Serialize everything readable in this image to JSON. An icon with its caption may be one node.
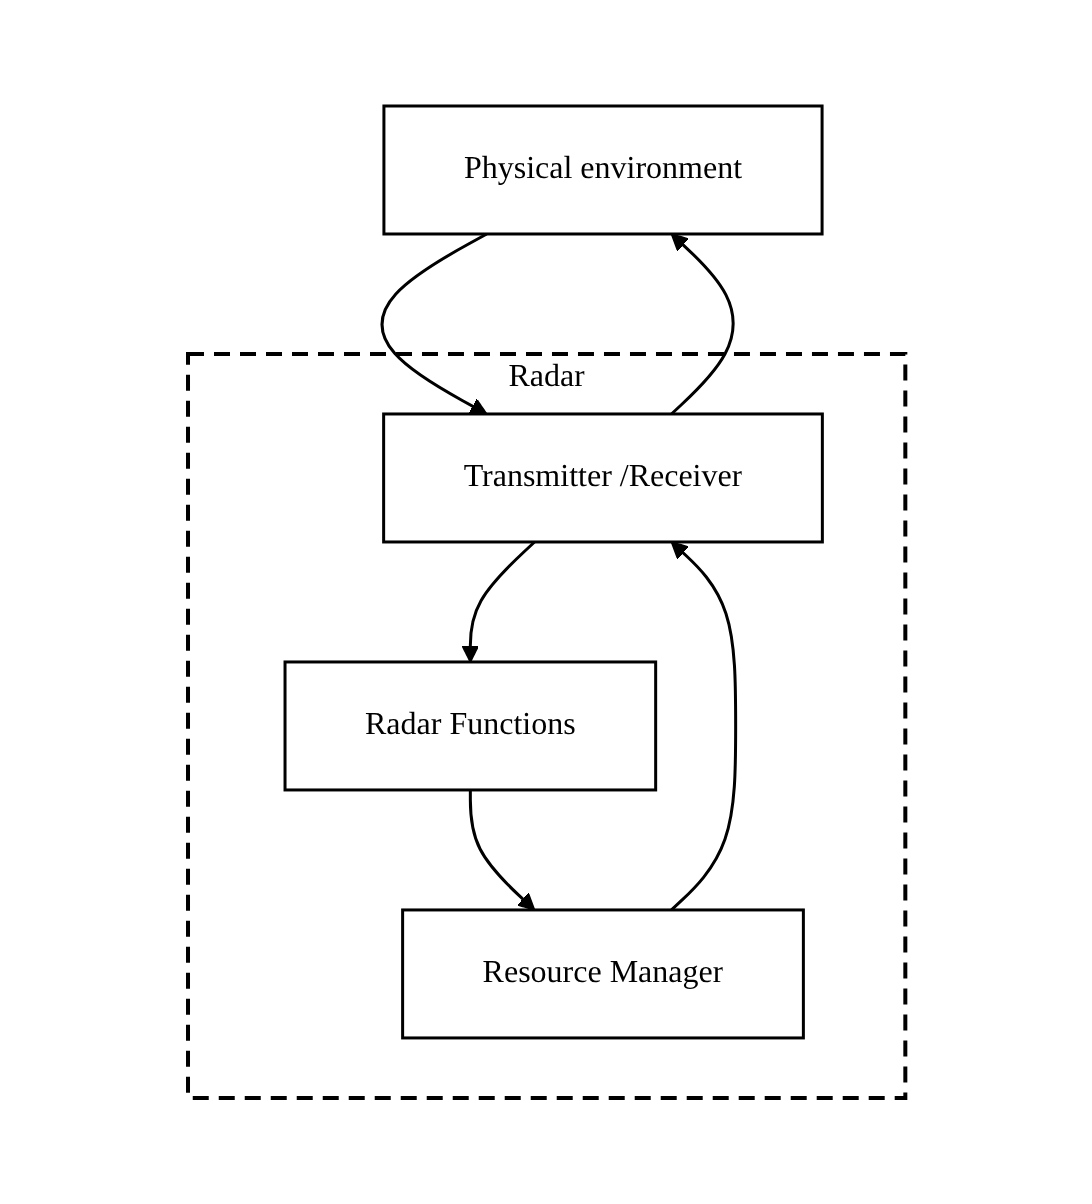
{
  "diagram": {
    "nodes": [
      {
        "text": [
          "Physical environment"
        ]
      },
      {
        "text": [
          "Radar"
        ]
      },
      {
        "text": [
          "Transmitter /Receiver"
        ],
        "in": 1
      },
      {
        "text": [
          "Resource Manager"
        ],
        "in": 1
      },
      {
        "text": [
          "Radar Functions"
        ],
        "in": 1
      }
    ],
    "edges": [
      {
        "from": 2,
        "to": 0,
        "arrow": "to"
      },
      {
        "from": 0,
        "to": 2,
        "arrow": "to"
      },
      {
        "from": 2,
        "to": 4,
        "arrow": "to"
      },
      {
        "from": 4,
        "to": 3,
        "arrow": "to"
      },
      {
        "from": 3,
        "to": 2,
        "arrow": "to"
      }
    ]
  }
}
